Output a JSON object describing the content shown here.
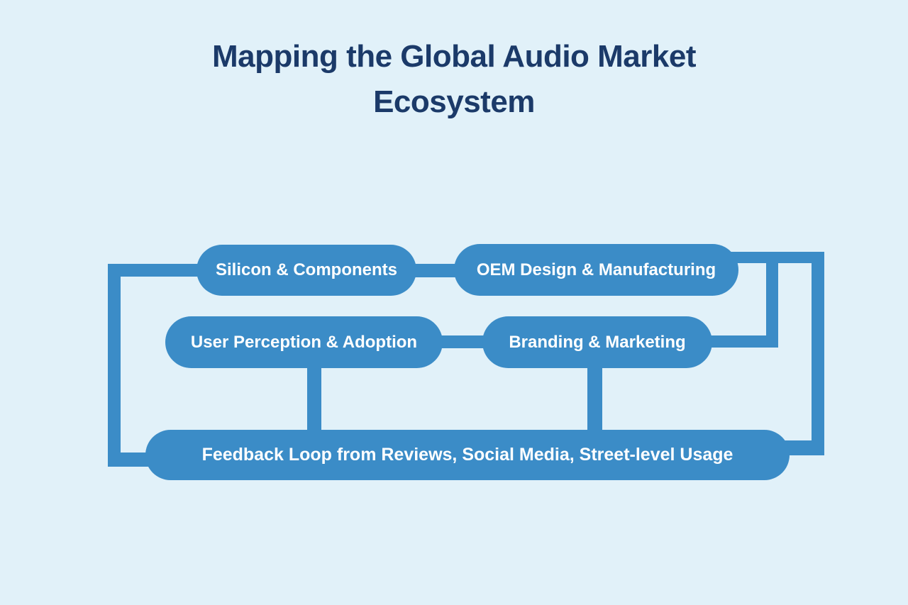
{
  "title": {
    "line1": "Mapping the Global Audio Market",
    "line2": "Ecosystem"
  },
  "diagram": {
    "nodes": [
      {
        "id": "silicon-components",
        "label": "Silicon & Components"
      },
      {
        "id": "oem-design-manufacturing",
        "label": "OEM Design & Manufacturing"
      },
      {
        "id": "user-perception-adoption",
        "label": "User Perception & Adoption"
      },
      {
        "id": "branding-marketing",
        "label": "Branding & Marketing"
      },
      {
        "id": "feedback-loop",
        "label": "Feedback Loop from Reviews, Social Media, Street-level Usage"
      }
    ],
    "edges": [
      {
        "from": "silicon-components",
        "to": "oem-design-manufacturing",
        "style": "horizontal-line"
      },
      {
        "from": "oem-design-manufacturing",
        "to": "branding-marketing",
        "style": "right-side-elbow"
      },
      {
        "from": "user-perception-adoption",
        "to": "branding-marketing",
        "style": "horizontal-line"
      },
      {
        "from": "user-perception-adoption",
        "to": "feedback-loop",
        "style": "vertical-drop"
      },
      {
        "from": "branding-marketing",
        "to": "feedback-loop",
        "style": "vertical-drop"
      },
      {
        "from": "oem-design-manufacturing",
        "to": "feedback-loop",
        "style": "outer-right-loop"
      },
      {
        "from": "feedback-loop",
        "to": "silicon-components",
        "style": "outer-left-loop"
      }
    ]
  },
  "colors": {
    "background": "#E1F1F9",
    "node_fill": "#3B8CC7",
    "node_text": "#FFFFFF",
    "title_text": "#1B3A69"
  }
}
